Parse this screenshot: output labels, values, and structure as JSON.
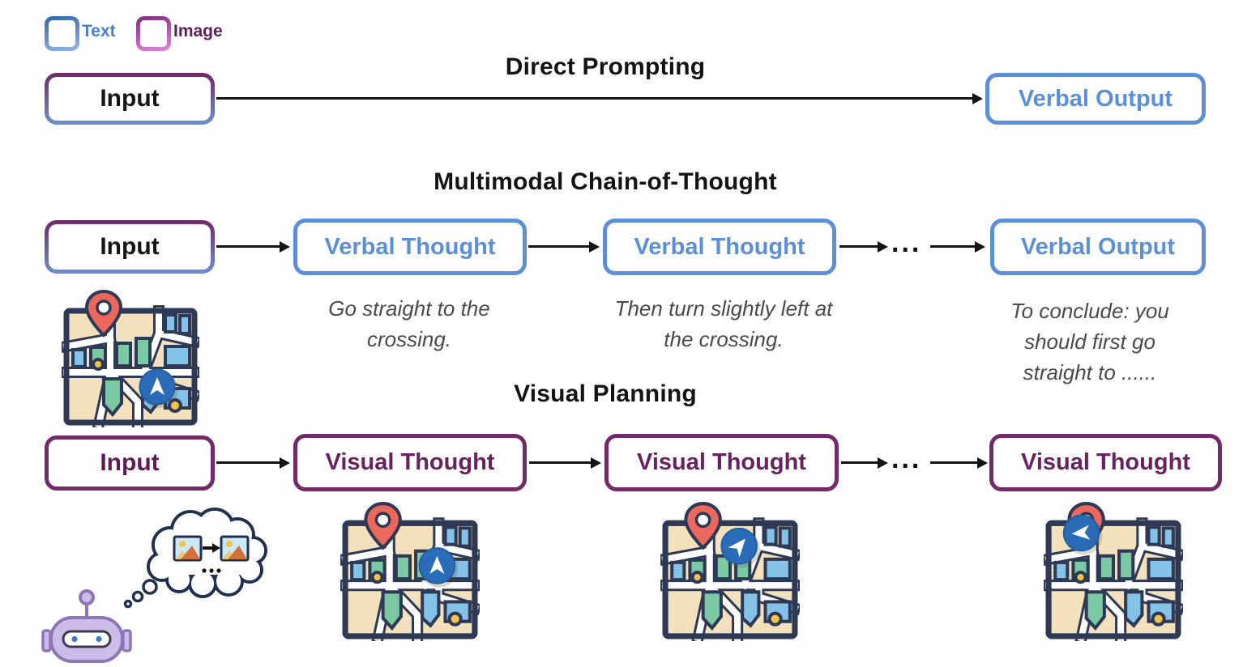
{
  "legend": {
    "text": "Text",
    "image": "Image"
  },
  "direct": {
    "title": "Direct Prompting",
    "input": "Input",
    "output": "Verbal Output"
  },
  "mcot": {
    "title": "Multimodal Chain-of-Thought",
    "input": "Input",
    "thoughts": [
      "Verbal Thought",
      "Verbal Thought"
    ],
    "ellipsis": "...",
    "output": "Verbal Output",
    "captions": [
      "Go straight to the crossing.",
      "Then turn slightly left at the crossing.",
      "To conclude: you should first go straight to ......"
    ]
  },
  "vp": {
    "title": "Visual Planning",
    "input": "Input",
    "thoughts": [
      "Visual Thought",
      "Visual Thought",
      "Visual Thought"
    ],
    "ellipsis": "..."
  },
  "icons": {
    "map": "cartoon street map with location pin and navigation arrow",
    "robot": "robot head with thought bubble of images"
  },
  "colors": {
    "text_blue": "#5b8fd8",
    "image_purple": "#73296a",
    "caption_gray": "#4a4a4a",
    "arrow_black": "#121212",
    "map_tan": "#f3e1be",
    "map_block_blue": "#85c2e8",
    "map_block_green": "#7bc9a4",
    "pin_red": "#ec685c",
    "nav_blue": "#2b6cb8"
  }
}
